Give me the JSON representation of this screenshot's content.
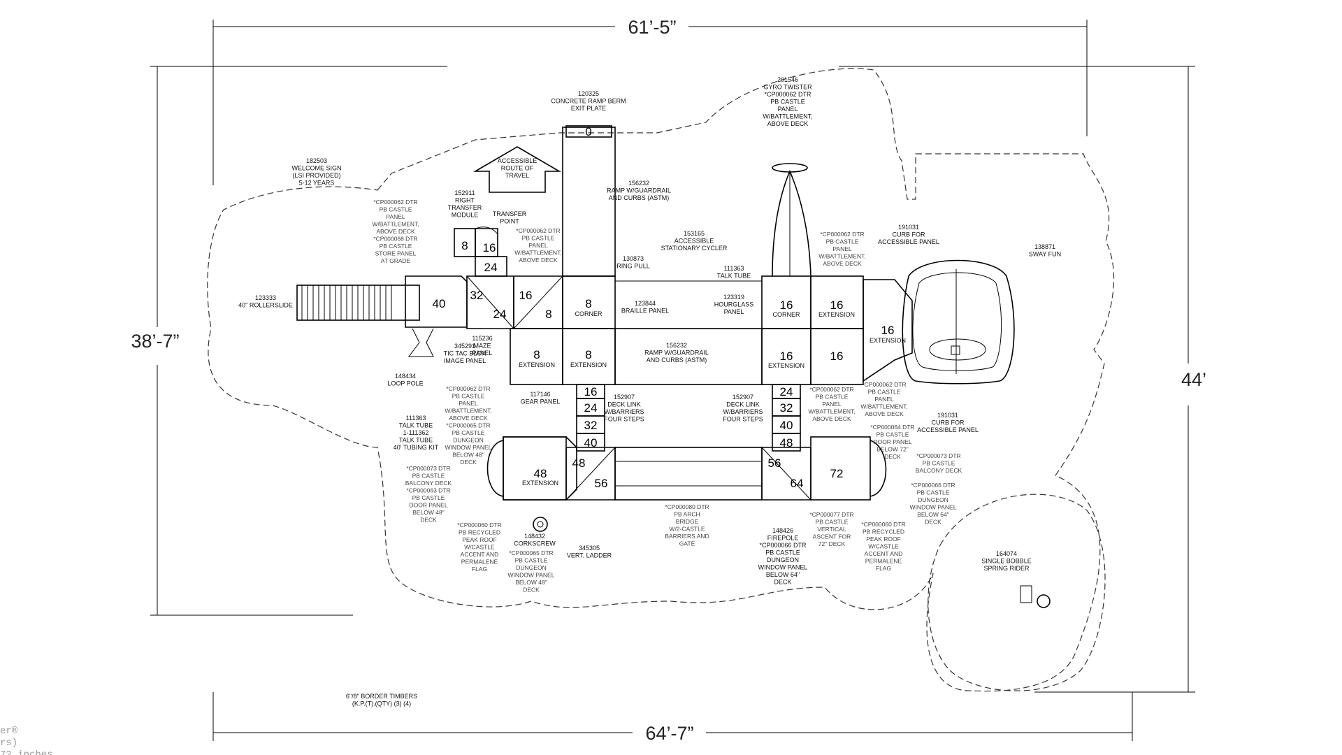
{
  "dimensions": {
    "top": "61’-5”",
    "bottom": "64’-7”",
    "left": "38’-7”",
    "right": "44’"
  },
  "decks": {
    "d40": "40",
    "d32": "32",
    "d24a": "24",
    "d16a": "16",
    "d8a": "8",
    "d8b": "8",
    "d8c": "8",
    "d8d": "8",
    "d16b": "16",
    "d24b": "24",
    "d16c": "16",
    "d16d": "16",
    "d16e": "16",
    "d16f": "16",
    "d16g": "16",
    "d48a": "48",
    "d48b": "48",
    "d56a": "56",
    "d56b": "56",
    "d64": "64",
    "d72": "72",
    "ramp0": "0"
  },
  "steps_left": [
    "16",
    "24",
    "32",
    "40"
  ],
  "steps_right": [
    "24",
    "32",
    "40",
    "48"
  ],
  "deck_labels": {
    "corner": "CORNER",
    "extension": "EXTENSION"
  },
  "components": {
    "welcome_sign": [
      "182503",
      "WELCOME SIGN",
      "(LSI PROVIDED)",
      "5-12 YEARS"
    ],
    "castle_panel_ul": [
      "*CP000062 DTR",
      "PB CASTLE",
      "PANEL",
      "W/BATTLEMENT,",
      "ABOVE DECK",
      "*CP000068 DTR",
      "PB CASTLE",
      "STORE PANEL",
      "AT GRADE"
    ],
    "right_transfer": [
      "152911",
      "RIGHT",
      "TRANSFER",
      "MODULE"
    ],
    "transfer_point": [
      "TRANSFER",
      "POINT"
    ],
    "accessible_route": [
      "ACCESSIBLE",
      "ROUTE OF",
      "TRAVEL"
    ],
    "concrete_ramp": [
      "120325",
      "CONCRETE RAMP BERM",
      "EXIT PLATE"
    ],
    "ramp_top": [
      "156232",
      "RAMP W/GUARDRAIL",
      "AND CURBS (ASTM)"
    ],
    "castle_panel_top": [
      "*CP000062 DTR",
      "PB CASTLE",
      "PANEL",
      "W/BATTLEMENT,",
      "ABOVE DECK"
    ],
    "ring_pull": [
      "130873",
      "RING PULL"
    ],
    "stationary_cycler": [
      "153165",
      "ACCESSIBLE",
      "STATIONARY CYCLER"
    ],
    "talk_tube_r": [
      "111363",
      "TALK TUBE"
    ],
    "hourglass": [
      "123319",
      "HOURGLASS",
      "PANEL"
    ],
    "braille": [
      "123844",
      "BRAILLE PANEL"
    ],
    "rollerslide": [
      "123333",
      "40\" ROLLERSLIDE"
    ],
    "maze": [
      "115236",
      "MAZE",
      "PANEL"
    ],
    "blox": [
      "345291",
      "TIC TAC BLOX",
      "IMAGE PANEL"
    ],
    "loop_pole": [
      "148434",
      "LOOP POLE"
    ],
    "ramp_mid": [
      "156232",
      "RAMP W/GUARDRAIL",
      "AND CURBS (ASTM)"
    ],
    "gyro_twister": [
      "201546",
      "GYRO TWISTER",
      "*CP000062 DTR",
      "PB CASTLE",
      "PANEL",
      "W/BATTLEMENT,",
      "ABOVE DECK"
    ],
    "castle_panel_r1": [
      "*CP000062 DTR",
      "PB CASTLE",
      "PANEL",
      "W/BATTLEMENT,",
      "ABOVE DECK"
    ],
    "curb_top": [
      "191031",
      "CURB FOR",
      "ACCESSIBLE PANEL"
    ],
    "sway_fun": [
      "138871",
      "SWAY FUN"
    ],
    "gear_panel": [
      "117146",
      "GEAR  PANEL"
    ],
    "deck_link_l": [
      "152907",
      "DECK LINK",
      "W/BARRIERS",
      "FOUR STEPS"
    ],
    "deck_link_r": [
      "152907",
      "DECK LINK",
      "W/BARRIERS",
      "FOUR STEPS"
    ],
    "castle_panel_ml": [
      "*CP000062 DTR",
      "PB CASTLE",
      "PANEL",
      "W/BATTLEMENT,",
      "ABOVE DECK",
      "*CP000065 DTR",
      "PB CASTLE",
      "DUNGEON",
      "WINDOW PANEL",
      "BELOW 48\"",
      "DECK"
    ],
    "castle_panel_mr1": [
      "*CP000062 DTR",
      "PB CASTLE",
      "PANEL",
      "W/BATTLEMENT,",
      "ABOVE DECK"
    ],
    "castle_panel_mr2": [
      "*CP000062 DTR",
      "PB CASTLE",
      "PANEL",
      "W/BATTLEMENT,",
      "ABOVE DECK"
    ],
    "door_panel_r": [
      "*CP000064 DTR",
      "PB CASTLE",
      "DOOR PANEL",
      "BELOW 72\"",
      "DECK"
    ],
    "curb_bottom": [
      "191031",
      "CURB FOR",
      "ACCESSIBLE PANEL"
    ],
    "talk_tube_l": [
      "111363",
      "TALK TUBE",
      "1-111362",
      "TALK TUBE",
      "40' TUBING KIT"
    ],
    "balcony_l": [
      "*CP000073 DTR",
      "PB CASTLE",
      "BALCONY DECK",
      "*CP000063 DTR",
      "PB CASTLE",
      "DOOR PANEL",
      "BELOW 48\"",
      "DECK"
    ],
    "balcony_r": [
      "*CP000073 DTR",
      "PB CASTLE",
      "BALCONY DECK"
    ],
    "dungeon_r": [
      "*CP000066 DTR",
      "PB CASTLE",
      "DUNGEON",
      "WINDOW PANEL",
      "BELOW 64\"",
      "DECK"
    ],
    "peak_roof_l": [
      "*CP000060 DTR",
      "PB RECYCLED",
      "PEAK ROOF",
      "W/CASTLE",
      "ACCENT AND",
      "PERMALENE",
      "FLAG"
    ],
    "corkscrew": [
      "148432",
      "CORKSCREW"
    ],
    "dungeon_l": [
      "*CP000065 DTR",
      "PB CASTLE",
      "DUNGEON",
      "WINDOW PANEL",
      "BELOW 48\"",
      "DECK"
    ],
    "vert_ladder": [
      "345305",
      "VERT. LADDER"
    ],
    "arch_bridge": [
      "*CP000080 DTR",
      "PB ARCH",
      "BRIDGE",
      "W/2-CASTLE",
      "BARRIERS AND",
      "GATE"
    ],
    "firepole": [
      "148426",
      "FIREPOLE",
      "*CP000066 DTR",
      "PB CASTLE",
      "DUNGEON",
      "WINDOW PANEL",
      "BELOW 64\"",
      "DECK"
    ],
    "vertical_ascent": [
      "*CP000077 DTR",
      "PB CASTLE",
      "VERTICAL",
      "ASCENT FOR",
      "72\" DECK"
    ],
    "peak_roof_r": [
      "*CP000060 DTR",
      "PB RECYCLED",
      "PEAK ROOF",
      "W/CASTLE",
      "ACCENT AND",
      "PERMALENE",
      "FLAG"
    ],
    "spring_rider": [
      "164074",
      "SINGLE BOBBLE",
      "SPRING RIDER"
    ],
    "footer_note": [
      "6\"/8\" BORDER TIMBERS",
      "(K.P.(T).(QTY) (3) (4)"
    ]
  },
  "watermark": [
    "er®",
    "rs)",
    "72 inches"
  ]
}
